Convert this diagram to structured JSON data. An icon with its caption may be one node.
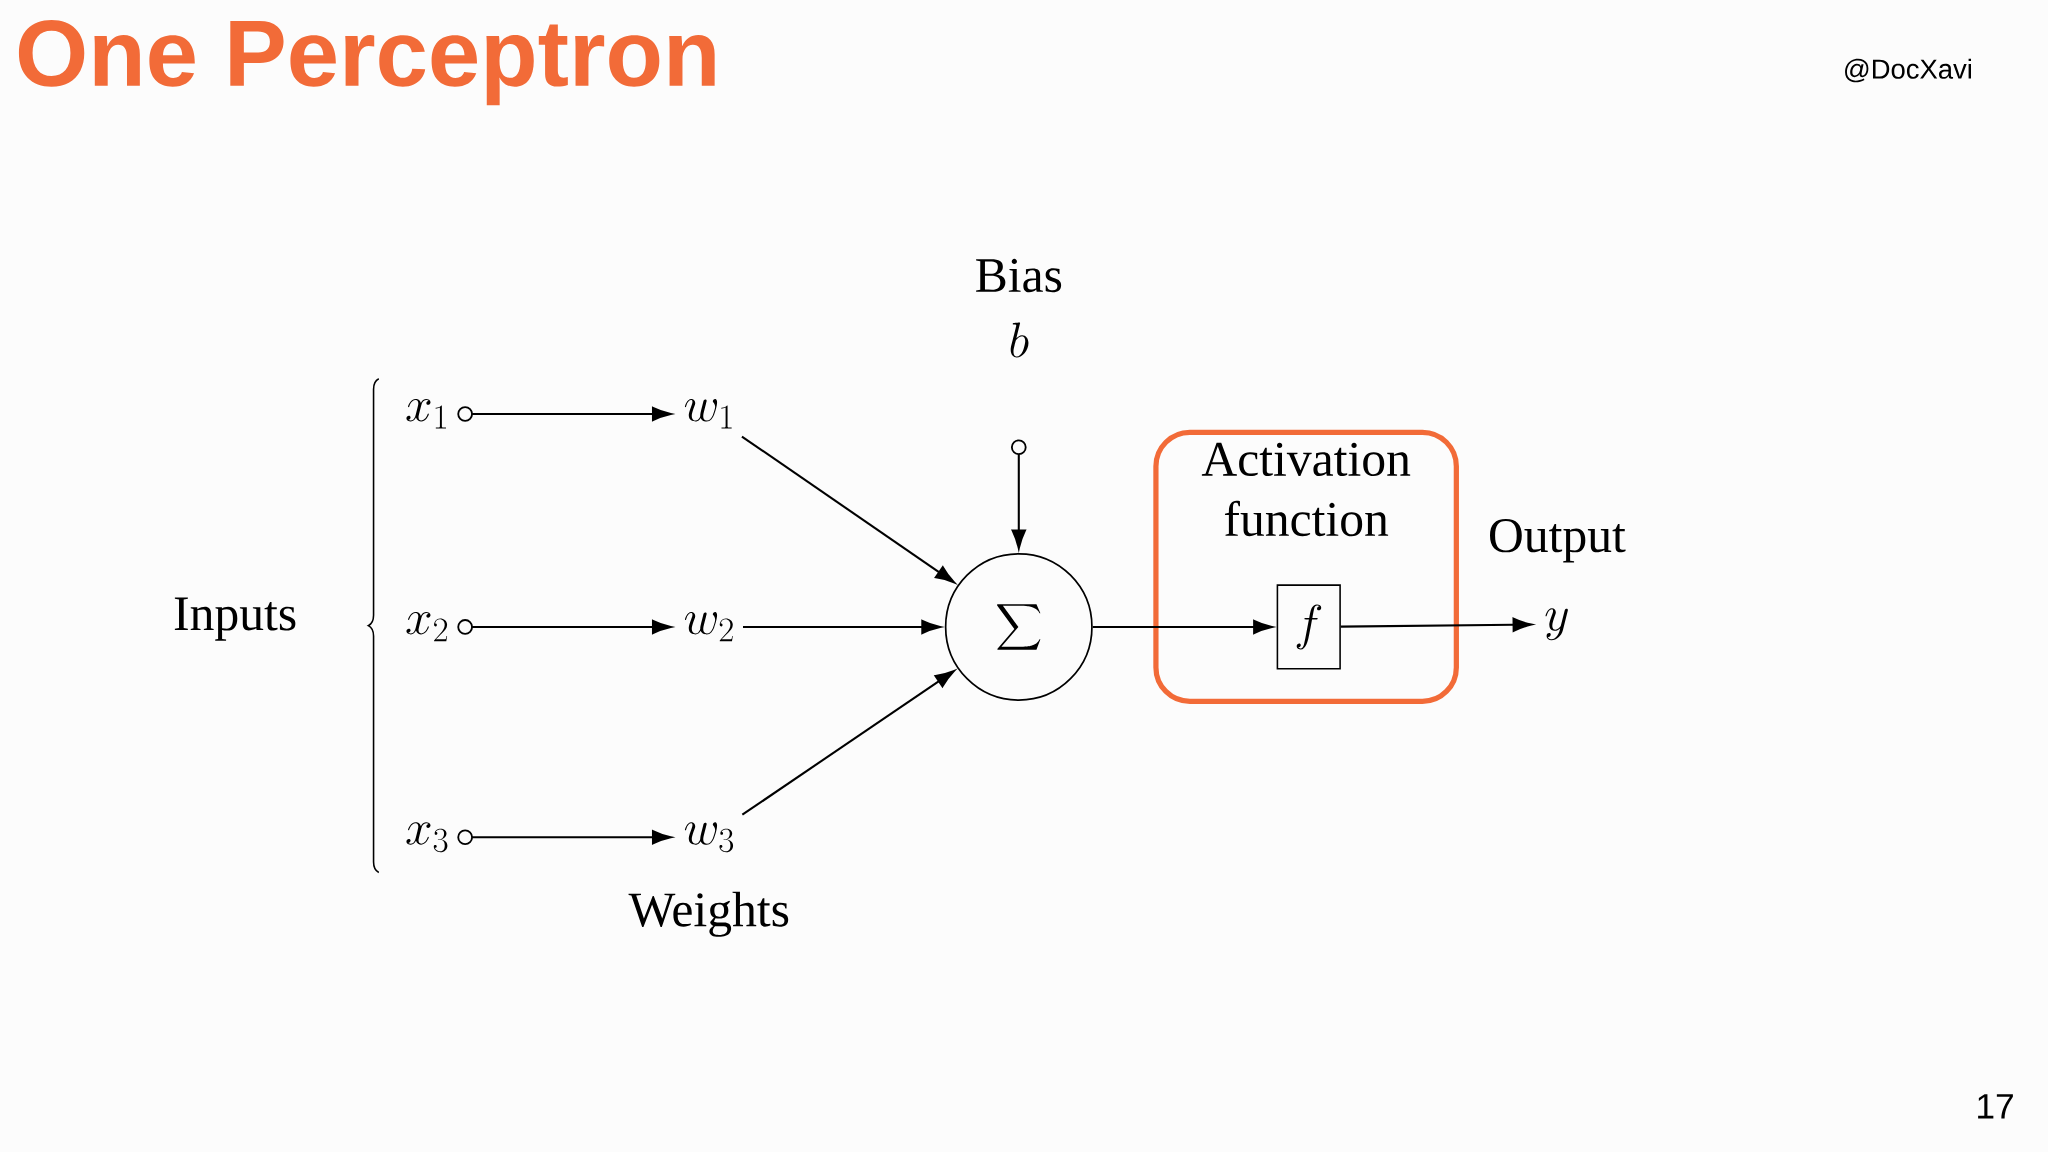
{
  "diagram": {
    "title": "One Perceptron",
    "nodes": [
      {
        "text": [
          "Inputs"
        ]
      },
      {
        "text": [
          "x_1"
        ]
      },
      {
        "text": [
          "w_1"
        ]
      },
      {
        "text": [
          "x_2"
        ]
      },
      {
        "text": [
          "w_2"
        ]
      },
      {
        "text": [
          "x_3"
        ]
      },
      {
        "text": [
          "w_3"
        ]
      },
      {
        "text": [
          "Bias",
          "b"
        ]
      },
      {
        "text": [
          "\\sum"
        ]
      },
      {
        "text": [
          "Activation function"
        ]
      },
      {
        "text": [
          "f"
        ],
        "in": 9
      },
      {
        "text": [
          "y"
        ],
        "beside": [
          "Output"
        ]
      }
    ],
    "edges": [
      {
        "from": 1,
        "to": 2,
        "arrow": "to"
      },
      {
        "from": 3,
        "to": 4,
        "arrow": "to"
      },
      {
        "from": 5,
        "to": 6,
        "arrow": "to"
      },
      {
        "from": 2,
        "to": 8,
        "arrow": "to"
      },
      {
        "from": 4,
        "to": 8,
        "arrow": "to"
      },
      {
        "from": 6,
        "to": 8,
        "arrow": "to"
      },
      {
        "from": 7,
        "to": 8,
        "arrow": "to"
      },
      {
        "from": 8,
        "to": 10,
        "arrow": "to"
      },
      {
        "from": 10,
        "to": 11,
        "arrow": "to"
      }
    ],
    "labels": [
      "@DocXavi",
      "Weights",
      "17"
    ]
  }
}
